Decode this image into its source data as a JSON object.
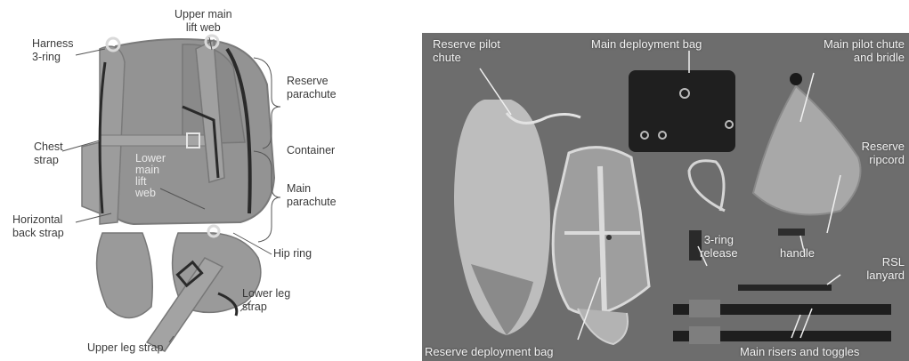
{
  "diagram": {
    "labels": {
      "harness_3ring": "Harness\n3-ring",
      "upper_main_lift_web": "Upper main\nlift web",
      "reserve_parachute": "Reserve\nparachute",
      "chest_strap": "Chest\nstrap",
      "container": "Container",
      "lower_main_lift_web": "Lower\nmain\nlift\nweb",
      "main_parachute": "Main\nparachute",
      "horizontal_back_strap": "Horizontal\nback strap",
      "hip_ring": "Hip ring",
      "lower_leg_strap": "Lower leg\nstrap",
      "upper_leg_strap": "Upper leg strap"
    }
  },
  "photo": {
    "labels": {
      "reserve_pilot_chute": "Reserve pilot\nchute",
      "main_deployment_bag": "Main deployment bag",
      "main_pilot_chute_and_bridle": "Main pilot chute\nand bridle",
      "reserve_ripcord": "Reserve\nripcord",
      "three_ring_release": "3-ring\nrelease",
      "handle": "handle",
      "rsl_lanyard": "RSL\nlanyard",
      "reserve_deployment_bag": "Reserve deployment bag",
      "main_risers_and_toggles": "Main risers and toggles"
    }
  }
}
